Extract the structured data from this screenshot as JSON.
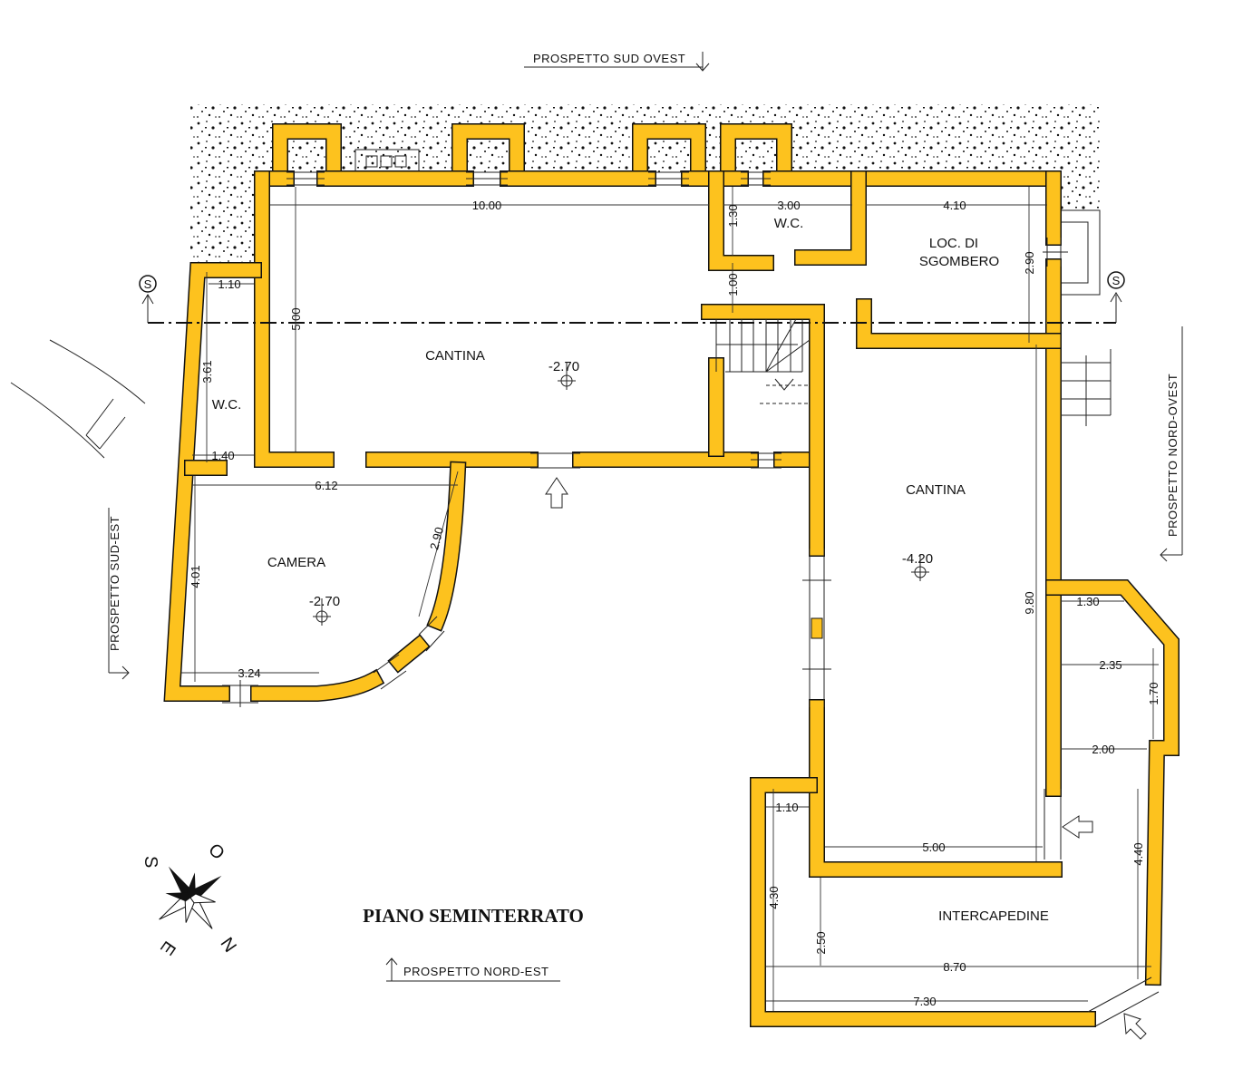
{
  "title": "PIANO SEMINTERRATO",
  "elevations": {
    "sud_ovest": "PROSPETTO SUD OVEST",
    "sud_est": "PROSPETTO SUD-EST",
    "nord_ovest": "PROSPETTO NORD-OVEST",
    "nord_est": "PROSPETTO NORD-EST"
  },
  "section_marker": "S",
  "rooms": {
    "cantina_1": "CANTINA",
    "cantina_2": "CANTINA",
    "wc_1": "W.C.",
    "wc_2": "W.C.",
    "loc_line1": "LOC. DI",
    "loc_line2": "SGOMBERO",
    "camera": "CAMERA",
    "intercapedine": "INTERCAPEDINE"
  },
  "levels": {
    "cantina_1": "-2.70",
    "camera": "-2.70",
    "cantina_2": "-4.20"
  },
  "dimensions": {
    "cantina_width": "10.00",
    "wc_width": "3.00",
    "sgombero_width": "4.10",
    "wc_depth": "1.30",
    "corridor": "1.00",
    "sgombero_depth": "2.90",
    "cantina_depth": "5.00",
    "wc2_width": "1.10",
    "wc2_depth": "3.61",
    "wc2_bottom": "1.40",
    "camera_width": "6.12",
    "camera_diag": "2.90",
    "camera_depth": "4.01",
    "camera_bottom": "3.24",
    "cantina2_depth": "9.80",
    "bay_top": "1.30",
    "bay_mid": "2.35",
    "bay_side": "1.70",
    "bay_low": "2.00",
    "inter_top": "1.10",
    "cantina2_width": "5.00",
    "inter_right": "4.40",
    "inter_left": "4.30",
    "inter_inner": "2.50",
    "inter_width": "8.70",
    "inter_bottom": "7.30"
  },
  "compass": {
    "s": "S",
    "o": "O",
    "e": "E",
    "n": "N"
  },
  "colors": {
    "wall": "#FDC21E",
    "line": "#111111"
  }
}
